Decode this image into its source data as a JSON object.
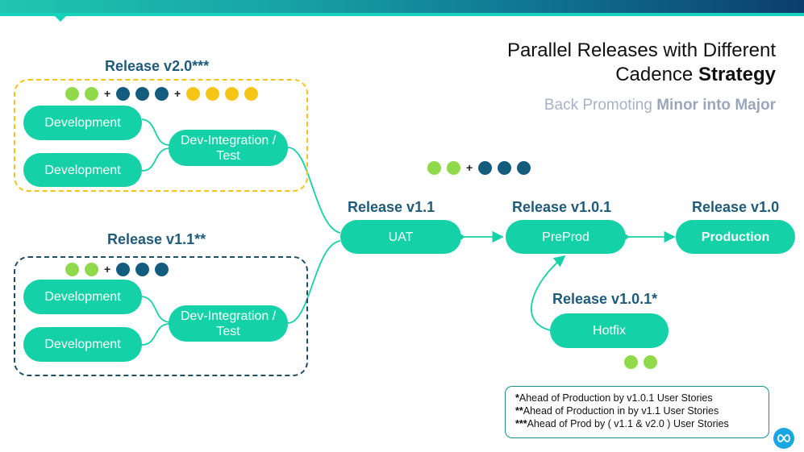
{
  "title": {
    "line1": "Parallel Releases with Different",
    "line2_normal": "Cadence ",
    "line2_bold": "Strategy"
  },
  "subtitle": {
    "normal": "Back Promoting ",
    "bold": "Minor into Major"
  },
  "colors": {
    "green": "#8fd94a",
    "navy": "#145c7d",
    "yellow": "#f5c518",
    "teal": "#14d1a8"
  },
  "groups": {
    "v20": {
      "label": "Release v2.0***",
      "dots": [
        "green",
        "green",
        "+",
        "navy",
        "navy",
        "navy",
        "+",
        "yellow",
        "yellow",
        "yellow",
        "yellow"
      ],
      "dev1": "Development",
      "dev2": "Development",
      "integration": "Dev-Integration / Test"
    },
    "v11": {
      "label": "Release v1.1**",
      "dots": [
        "green",
        "green",
        "+",
        "navy",
        "navy",
        "navy"
      ],
      "dev1": "Development",
      "dev2": "Development",
      "integration": "Dev-Integration / Test"
    }
  },
  "pipeline": {
    "uat": {
      "label": "Release v1.1",
      "node": "UAT"
    },
    "preprod": {
      "label": "Release v1.0.1",
      "node": "PreProd"
    },
    "production": {
      "label": "Release v1.0",
      "node": "Production"
    },
    "hotfix": {
      "label": "Release v1.0.1*",
      "node": "Hotfix",
      "dots": [
        "green",
        "green"
      ]
    },
    "middle_dots": [
      "green",
      "green",
      "+",
      "navy",
      "navy",
      "navy"
    ]
  },
  "notes": [
    {
      "mark": "*",
      "text": "Ahead of Production by v1.0.1 User Stories"
    },
    {
      "mark": "**",
      "text": "Ahead of Production in by v1.1 User Stories"
    },
    {
      "mark": "***",
      "text": "Ahead of Prod by ( v1.1 & v2.0 ) User Stories"
    }
  ],
  "logo_icon": "infinity-logo-icon"
}
